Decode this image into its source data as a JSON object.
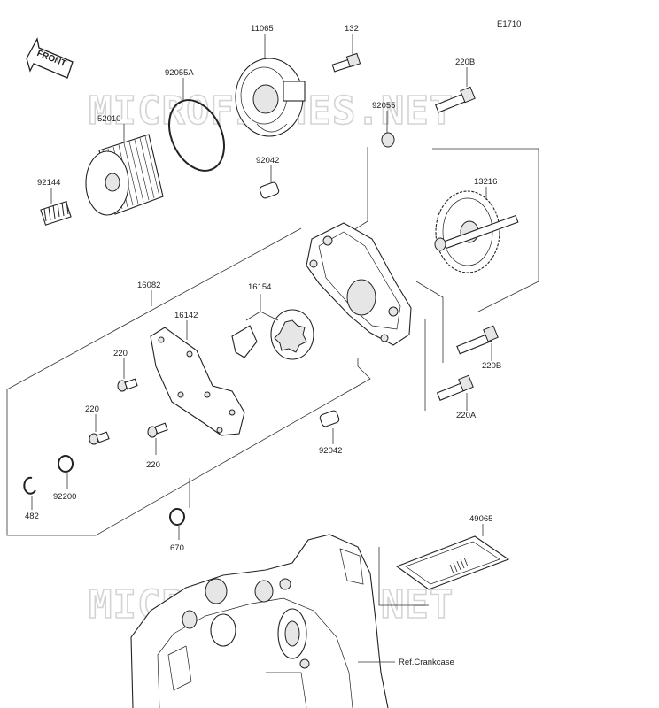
{
  "diagram": {
    "code": "E1710",
    "front_label": "FRONT",
    "watermark": "MICROFICHES.NET",
    "reference_label": "Ref.Crankcase",
    "part_numbers": {
      "p11065": "11065",
      "p132": "132",
      "p220B_top": "220B",
      "p92055A": "92055A",
      "p52010": "52010",
      "p92055": "92055",
      "p92042_top": "92042",
      "p92144": "92144",
      "p13216": "13216",
      "p16082": "16082",
      "p16154": "16154",
      "p16142": "16142",
      "p220_a": "220",
      "p220_b": "220",
      "p220_c": "220",
      "p220B_right": "220B",
      "p220A": "220A",
      "p92042_bottom": "92042",
      "p92200": "92200",
      "p482": "482",
      "p670": "670",
      "p49065": "49065"
    }
  }
}
